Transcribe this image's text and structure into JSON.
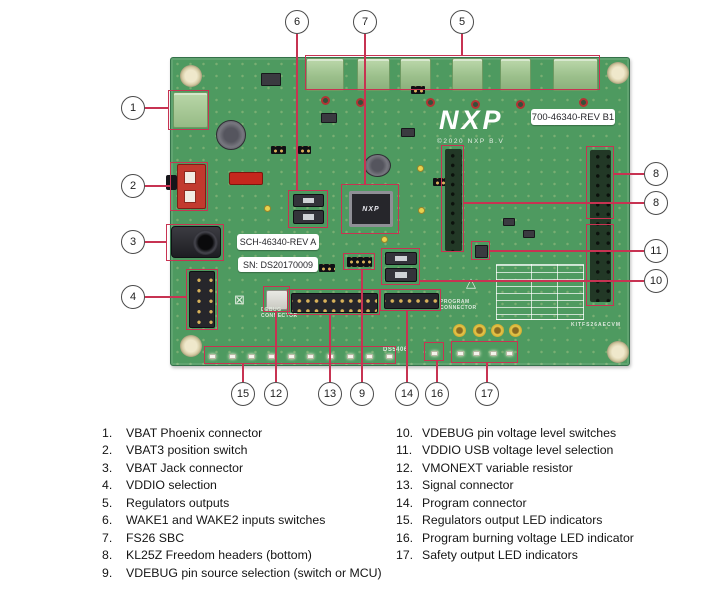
{
  "figure": {
    "board": {
      "brand": "NXP",
      "copyright": "©2020 NXP B.V",
      "rev_label": "700-46340-REV B1",
      "sch_label": "SCH-46340-REV A",
      "sn_label": "SN: DS20170009",
      "chip_brand": "NXP",
      "silkscreen": {
        "debug": "DEBUG CONNECTOR",
        "program": "PROGRAM CONNECTOR",
        "ds_code": "DS5406",
        "kit_code": "KITFS26AECVM"
      }
    },
    "callouts": [
      {
        "num": "6"
      },
      {
        "num": "7"
      },
      {
        "num": "5"
      },
      {
        "num": "1"
      },
      {
        "num": "2"
      },
      {
        "num": "3"
      },
      {
        "num": "4"
      },
      {
        "num": "8"
      },
      {
        "num": "8"
      },
      {
        "num": "11"
      },
      {
        "num": "10"
      },
      {
        "num": "15"
      },
      {
        "num": "12"
      },
      {
        "num": "13"
      },
      {
        "num": "9"
      },
      {
        "num": "14"
      },
      {
        "num": "16"
      },
      {
        "num": "17"
      }
    ],
    "colors": {
      "annotation": "#c73352",
      "board_green": "#4e9a60"
    }
  },
  "legend": {
    "left": [
      {
        "num": "1.",
        "label": "VBAT Phoenix connector"
      },
      {
        "num": "2.",
        "label": "VBAT3 position switch"
      },
      {
        "num": "3.",
        "label": "VBAT Jack connector"
      },
      {
        "num": "4.",
        "label": "VDDIO selection"
      },
      {
        "num": "5.",
        "label": "Regulators outputs"
      },
      {
        "num": "6.",
        "label": "WAKE1 and WAKE2 inputs switches"
      },
      {
        "num": "7.",
        "label": "FS26 SBC"
      },
      {
        "num": "8.",
        "label": "KL25Z Freedom headers (bottom)"
      },
      {
        "num": "9.",
        "label": "VDEBUG pin source selection (switch or MCU)"
      }
    ],
    "right": [
      {
        "num": "10.",
        "label": "VDEBUG pin voltage level switches"
      },
      {
        "num": "11.",
        "label": "VDDIO USB voltage level selection"
      },
      {
        "num": "12.",
        "label": "VMONEXT variable resistor"
      },
      {
        "num": "13.",
        "label": "Signal connector"
      },
      {
        "num": "14.",
        "label": "Program connector"
      },
      {
        "num": "15.",
        "label": "Regulators output LED indicators"
      },
      {
        "num": "16.",
        "label": "Program burning voltage LED indicator"
      },
      {
        "num": "17.",
        "label": "Safety output LED indicators"
      }
    ]
  }
}
